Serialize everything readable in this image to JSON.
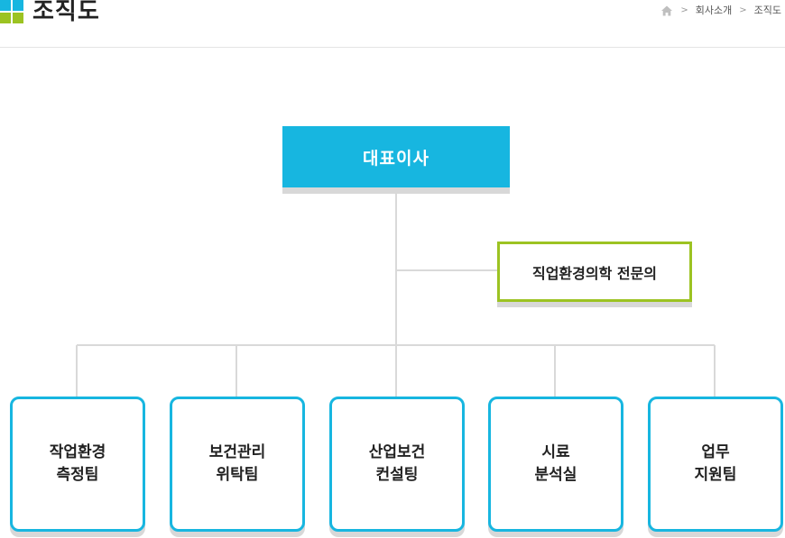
{
  "header": {
    "title": "조직도",
    "logo_colors": [
      "#17b6e0",
      "#17b6e0",
      "#9cc322",
      "#9cc322"
    ],
    "breadcrumb": {
      "home_icon": "home-icon",
      "separator": ">",
      "items": [
        "회사소개",
        "조직도"
      ]
    }
  },
  "colors": {
    "primary": "#17b6e0",
    "accent": "#9cc322",
    "connector": "#d9d9d9",
    "shadow": "#d8d8d8"
  },
  "org": {
    "ceo": {
      "label": "대표이사"
    },
    "advisor": {
      "label": "직업환경의학 전문의"
    },
    "teams": [
      {
        "line1": "작업환경",
        "line2": "측정팀"
      },
      {
        "line1": "보건관리",
        "line2": "위탁팀"
      },
      {
        "line1": "산업보건",
        "line2": "컨설팅"
      },
      {
        "line1": "시료",
        "line2": "분석실"
      },
      {
        "line1": "업무",
        "line2": "지원팀"
      }
    ]
  }
}
